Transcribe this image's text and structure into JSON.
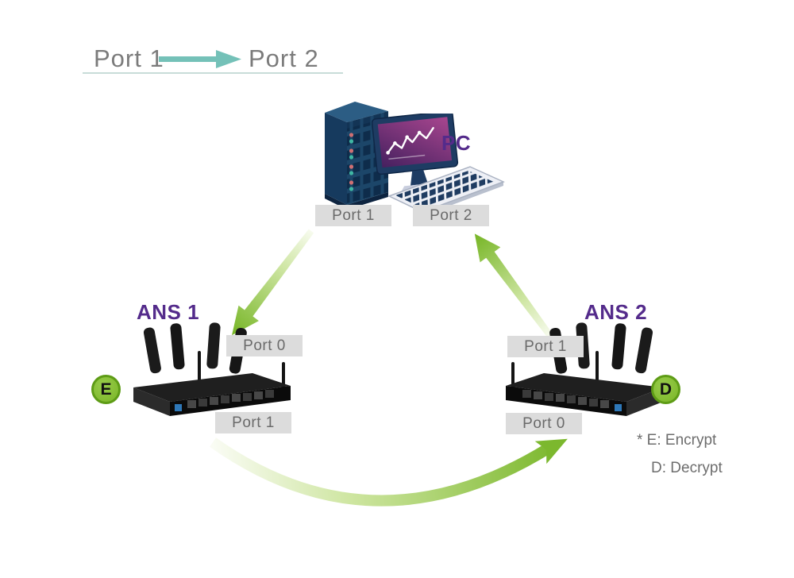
{
  "header": {
    "from": "Port 1",
    "to": "Port 2"
  },
  "pc": {
    "name": "PC",
    "port_left": "Port 1",
    "port_right": "Port 2"
  },
  "ans1": {
    "name": "ANS 1",
    "badge": "E",
    "port_top": "Port 0",
    "port_bottom": "Port 1"
  },
  "ans2": {
    "name": "ANS 2",
    "badge": "D",
    "port_top": "Port 1",
    "port_bottom": "Port 0"
  },
  "legend": {
    "encrypt": "* E: Encrypt",
    "decrypt": "D: Decrypt"
  },
  "icons": {
    "title_arrow": "teal-right-arrow",
    "server_tower": "server-tower",
    "monitor": "monitor-with-chart",
    "keyboard": "keyboard",
    "router_left": "wireless-router",
    "router_right": "wireless-router-mirrored",
    "flow_arrows": "green-gradient-arrow"
  },
  "colors": {
    "flow_green": "#7cb82e",
    "flow_green_light": "#f4f9e8",
    "title_teal": "#74c1b8",
    "underline_teal": "#c8dcd8",
    "purple": "#542b8b",
    "badge_green": "#7ab527",
    "badge_ring": "#5e9c16",
    "chip_bg": "#dcdcdc",
    "chip_text": "#6a6a6a",
    "header_gray": "#7b7b7b",
    "navy": "#1c4669"
  }
}
